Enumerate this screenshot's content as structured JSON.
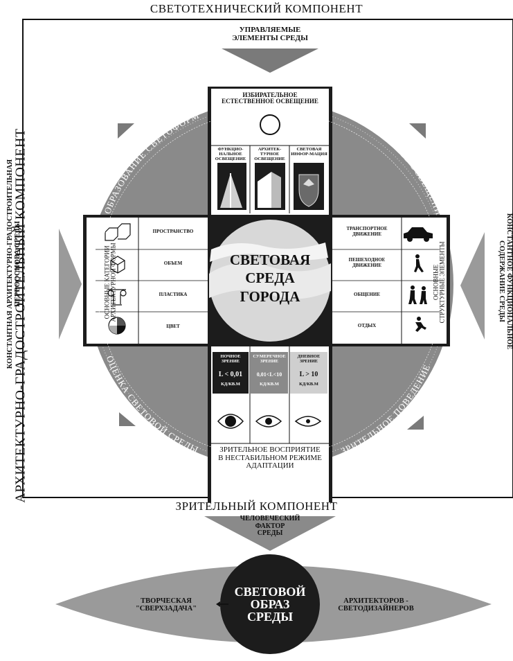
{
  "top_title": "СВЕТОТЕХНИЧЕСКИЙ КОМПОНЕНТ",
  "left_title": "АРХИТЕКТУРНО-ГРАДОСТРОИТЕЛЬНЫЙ КОМПОНЕНТ",
  "left_subtitle_1": "КОНСТАНТНАЯ АРХИТЕКТУРНО-ГРАДОСТРОИТЕЛЬНАЯ",
  "left_subtitle_2": "ПЕРВООСНОВА СРЕДЫ",
  "right_subtitle_1": "КОНСТАНТНОЕ ФУНКЦИОНАЛЬНОЕ",
  "right_subtitle_2": "СОДЕРЖАНИЕ СРЕДЫ",
  "top_arrow_label_1": "УПРАВЛЯЕМЫЕ",
  "top_arrow_label_2": "ЭЛЕМЕНТЫ СРЕДЫ",
  "top_panel": {
    "title_1": "ИЗБИРАТЕЛЬНОЕ",
    "title_2": "ЕСТЕСТВЕННОЕ ОСВЕЩЕНИЕ",
    "cols": [
      "ФУНКЦИО-НАЛЬНОЕ ОСВЕЩЕНИЕ",
      "АРХИТЕК-ТУРНОЕ ОСВЕЩЕНИЕ",
      "СВЕТОВАЯ ИНФОР-МАЦИЯ"
    ]
  },
  "quadrants": {
    "top_left": "ОБРАЗОВАНИЕ СВЕТОФОРМ",
    "top_right": "ЭФФЕКТИВНОСТЬ ОСВЕЩЕНИЯ",
    "bottom_left": "ОЦЕНКА СВЕТОВОЙ СРЕДЫ",
    "bottom_right": "ЗРИТЕЛЬНОЕ ПОВЕДЕНИЕ"
  },
  "left_panel": {
    "side_1": "ОСНОВНЫЕ КАТЕГОРИИ",
    "side_2": "АРХИТЕКТУРНОЙ ФОРМЫ",
    "rows": [
      "ПРОСТРАНСТВО",
      "ОБЪЕМ",
      "ПЛАСТИКА",
      "ЦВЕТ"
    ]
  },
  "right_panel": {
    "side_1": "ОСНОВНЫЕ",
    "side_2": "СТРУКТУРНЫЕ ЭЛЕМЕНТЫ",
    "rows": [
      "ТРАНСПОРТНОЕ ДВИЖЕНИЕ",
      "ПЕШЕХОДНОЕ ДВИЖЕНИЕ",
      "ОБЩЕНИЕ",
      "ОТДЫХ"
    ]
  },
  "center": {
    "line1": "СВЕТОВАЯ",
    "line2": "СРЕДА",
    "line3": "ГОРОДА"
  },
  "bottom_panel": {
    "cols": [
      {
        "title": "НОЧНОЕ ЗРЕНИЕ",
        "value": "L < 0,01",
        "unit": "КД/КВ.М"
      },
      {
        "title": "СУМЕРЕЧНОЕ ЗРЕНИЕ",
        "value": "0,01<L<10",
        "unit": "КД/КВ.М"
      },
      {
        "title": "ДНЕВНОЕ ЗРЕНИЕ",
        "value": "L > 10",
        "unit": "КД/КВ.М"
      }
    ],
    "caption_1": "ЗРИТЕЛЬНОЕ ВОСПРИЯТИЕ",
    "caption_2": "В НЕСТАБИЛЬНОМ РЕЖИМЕ",
    "caption_3": "АДАПТАЦИИ"
  },
  "bottom_title": "ЗРИТЕЛЬНЫЙ КОМПОНЕНТ",
  "bottom_arrow_label_1": "ЧЕЛОВЕЧЕСКИЙ",
  "bottom_arrow_label_2": "ФАКТОР",
  "bottom_arrow_label_3": "СРЕДЫ",
  "eye": {
    "left_1": "ТВОРЧЕСКАЯ",
    "left_2": "\"СВЕРХЗАДАЧА\"",
    "center_1": "СВЕТОВОЙ",
    "center_2": "ОБРАЗ",
    "center_3": "СРЕДЫ",
    "right_1": "АРХИТЕКТОРОВ -",
    "right_2": "СВЕТОДИЗАЙНЕРОВ"
  },
  "colors": {
    "dark": "#1c1c1c",
    "gray": "#8a8a8a",
    "light_gray": "#cfcfcf"
  }
}
